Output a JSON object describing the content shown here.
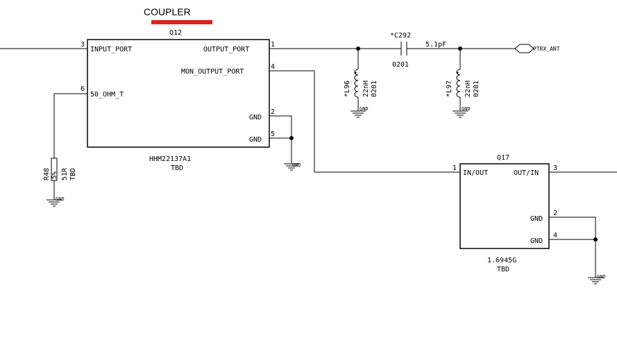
{
  "title": "COUPLER",
  "title_strike_color": "#e0201b",
  "q12": {
    "ref": "Q12",
    "part": "HHM22137A1",
    "value": "TBD",
    "pins": {
      "input_port": {
        "num": "3",
        "name": "INPUT_PORT"
      },
      "ohm": {
        "num": "6",
        "name": "50_OHM_T"
      },
      "output_port": {
        "num": "1",
        "name": "OUTPUT_PORT"
      },
      "mon_output": {
        "num": "4",
        "name": "MON_OUTPUT_PORT"
      },
      "gnd2": {
        "num": "2",
        "name": "GND"
      },
      "gnd5": {
        "num": "5",
        "name": "GND"
      }
    }
  },
  "q17": {
    "ref": "Q17",
    "part": "1.6945G",
    "value": "TBD",
    "pins": {
      "in_out": {
        "num": "1",
        "name": "IN/OUT"
      },
      "out_in": {
        "num": "3",
        "name": "OUT/IN"
      },
      "gnd2": {
        "num": "2",
        "name": "GND"
      },
      "gnd4": {
        "num": "4",
        "name": "GND"
      }
    }
  },
  "c292": {
    "ref": "*C292",
    "value": "5.1pF",
    "package": "0201"
  },
  "l96": {
    "ref": "*L96",
    "value": "22nH",
    "package": "0201"
  },
  "l97": {
    "ref": "*L97",
    "value": "22nH",
    "package": "0201"
  },
  "r48": {
    "ref": "R48",
    "tol": "5%",
    "value": "51R",
    "extra": "TBD"
  },
  "net_ptrx": "PTRX_ANT",
  "gnd_label": "GND"
}
